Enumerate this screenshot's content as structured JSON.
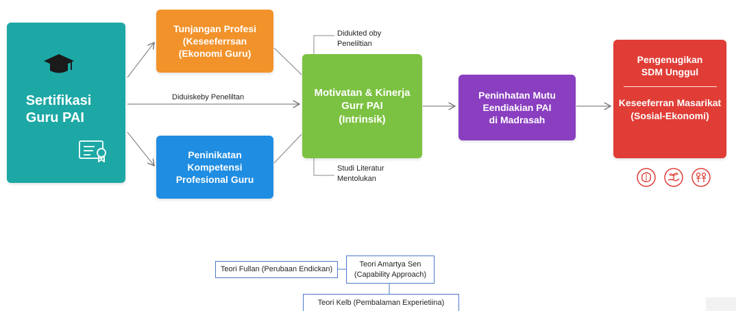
{
  "nodes": {
    "sertifikasi": "Sertifikasi\nGuru PAI",
    "tunjangan": "Tunjangan Profesi\n(Keseeferrsan\n(Ekonomi Guru)",
    "peningkatan": "Peninikatan\nKompetensi\nProfesional Guru",
    "motivasi": "Motivatan & Kinerja\nGurr PAI\n(Intrinsik)",
    "mutu": "Peninhatan Mutu\nEendiakian PAI\ndi Madrasah",
    "sdm_top": "Pengenugikan\nSDM Unggul",
    "sdm_bottom": "Keseeferran Masarikat\n(Sosial-Ekonomi)"
  },
  "annotations": {
    "top": "Didukted oby\nPeneliltian",
    "middle": "Diduiskeby Peneliltan",
    "bottom": "Studi Literatur\nMentolukan"
  },
  "theories": {
    "fullan": "Teori Fullan (Perubaan Endickan)",
    "sen": "Teori Amartya Sen\n(Capability Approach)",
    "kolb": "Teori Kelb (Pembalaman Experietiina)"
  },
  "colors": {
    "teal": "#1da8a5",
    "orange": "#f2922a",
    "blue": "#1f8de2",
    "green": "#7cc242",
    "purple": "#8a3ec0",
    "red": "#e03d36",
    "theory_border": "#4a78c7"
  },
  "icons": [
    "graduation-cap-icon",
    "certificate-icon",
    "brain-icon",
    "hand-plant-icon",
    "people-icon"
  ]
}
